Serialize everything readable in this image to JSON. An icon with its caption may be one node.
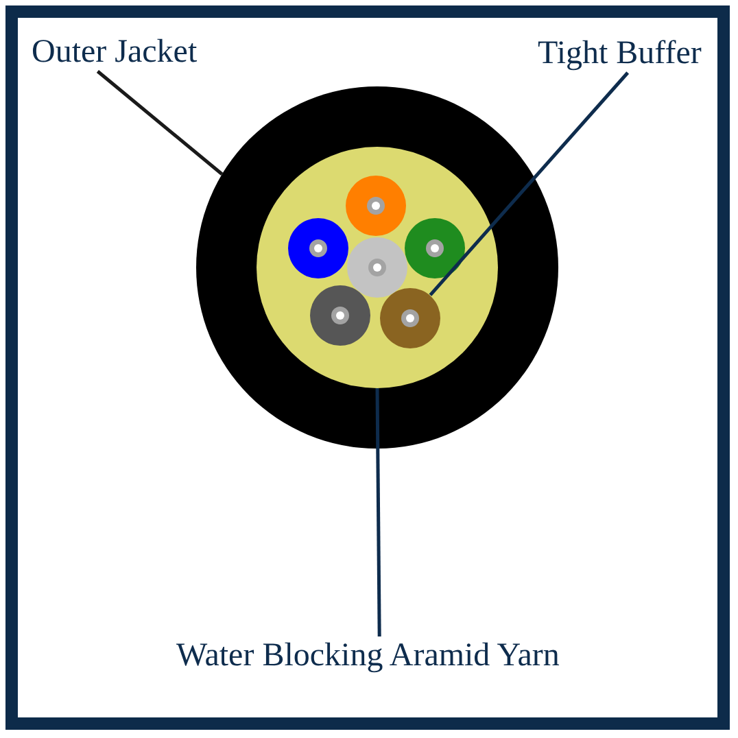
{
  "diagram": {
    "nodes": [
      {
        "text": [
          "Outer Jacket"
        ]
      },
      {
        "text": [
          "Tight Buffer"
        ]
      },
      {
        "text": [
          "Water Blocking Aramid Yarn"
        ]
      },
      {
        "text": [],
        "shape": "circle"
      },
      {
        "text": [],
        "shape": "circle",
        "in": 3
      },
      {
        "text": [],
        "shape": "circle",
        "in": 4
      }
    ],
    "edges": [
      {
        "from": 0,
        "to": 3,
        "arrow": "none",
        "color": "#1a1a1a"
      },
      {
        "from": 1,
        "to": 5,
        "arrow": "none"
      },
      {
        "from": 2,
        "to": 4,
        "arrow": "none"
      }
    ]
  }
}
